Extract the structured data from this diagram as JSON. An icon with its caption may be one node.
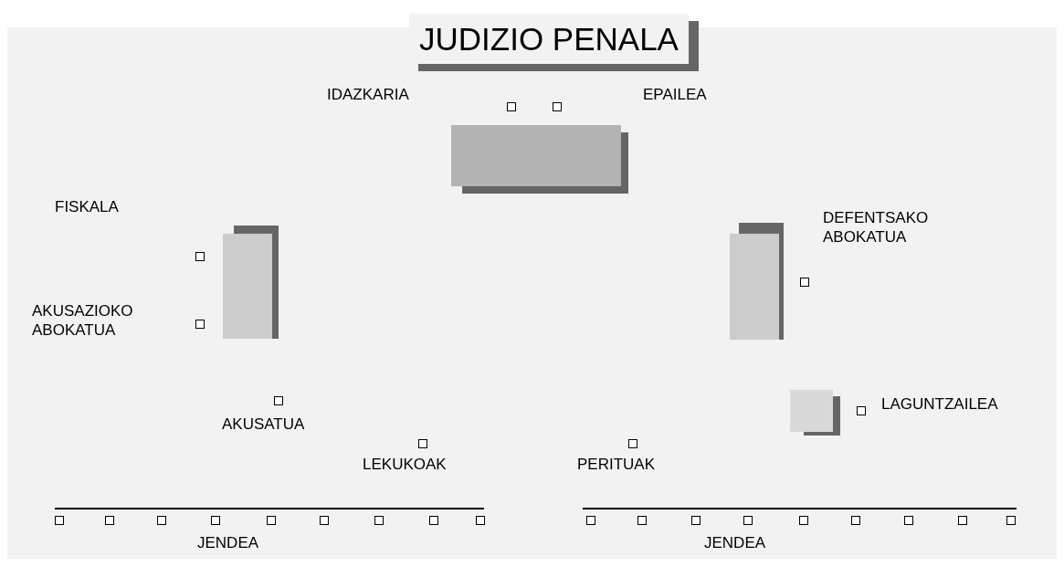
{
  "diagram": {
    "title": "JUDIZIO PENALA",
    "labels": [
      "IDAZKARIA",
      "EPAILEA",
      "FISKALA",
      "DEFENTSAKO ABOKATUA",
      "AKUSAZIOKO ABOKATUA",
      "LAGUNTZAILEA",
      "AKUSATUA",
      "LEKUKOAK",
      "PERITUAK",
      "JENDEA",
      "JENDEA"
    ]
  }
}
